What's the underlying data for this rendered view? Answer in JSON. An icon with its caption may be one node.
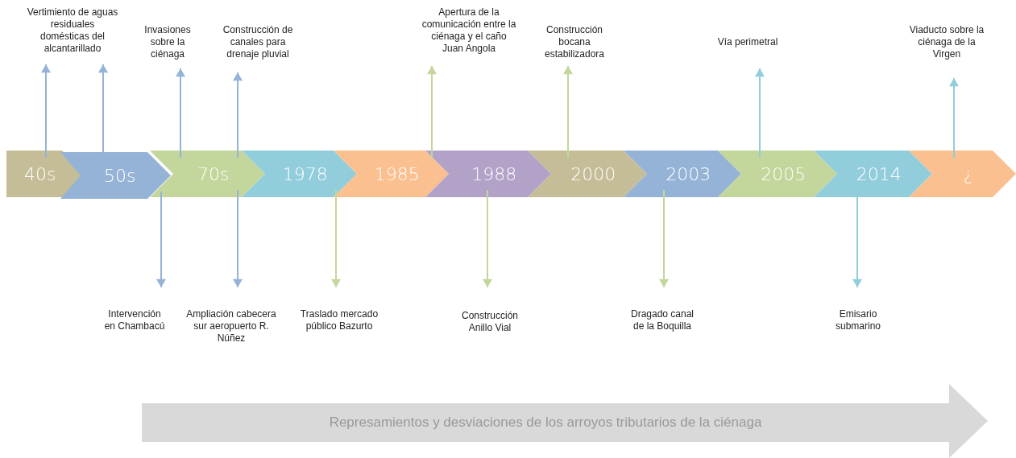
{
  "diagram": {
    "nodes": [
      {
        "text": [
          "40s"
        ]
      },
      {
        "text": [
          "50s"
        ]
      },
      {
        "text": [
          "70s"
        ]
      },
      {
        "text": [
          "1978"
        ]
      },
      {
        "text": [
          "1985"
        ]
      },
      {
        "text": [
          "1988"
        ]
      },
      {
        "text": [
          "2000"
        ]
      },
      {
        "text": [
          "2003"
        ]
      },
      {
        "text": [
          "2005"
        ]
      },
      {
        "text": [
          "2014"
        ]
      },
      {
        "text": [
          "¿"
        ]
      },
      {
        "text": [
          "Vertimiento de aguas residuales domésticas del alcantarillado"
        ]
      },
      {
        "text": [
          "Invasiones sobre la ciénaga"
        ]
      },
      {
        "text": [
          "Construcción de canales para drenaje pluvial"
        ]
      },
      {
        "text": [
          "Apertura de la comunicación entre la ciénaga y el caño Juan Angola"
        ]
      },
      {
        "text": [
          "Construcción bocana estabilizadora"
        ]
      },
      {
        "text": [
          "Vía perimetral"
        ]
      },
      {
        "text": [
          "Viaducto sobre la ciénaga de la Virgen"
        ]
      },
      {
        "text": [
          "Intervención en Chambacú"
        ]
      },
      {
        "text": [
          "Ampliación cabecera sur aeropuerto R. Núñez"
        ]
      },
      {
        "text": [
          "Traslado mercado público Bazurto"
        ]
      },
      {
        "text": [
          "Construcción Anillo Vial"
        ]
      },
      {
        "text": [
          "Dragado canal de la Boquilla"
        ]
      },
      {
        "text": [
          "Emisario submarino"
        ]
      },
      {
        "text": [
          "Represamientos y desviaciones de los arroyos tributarios de la ciénaga"
        ]
      }
    ],
    "edges": [
      {
        "from": 0,
        "to": 11,
        "arrow": "to"
      },
      {
        "from": 1,
        "to": 11,
        "arrow": "to"
      },
      {
        "from": 2,
        "to": 12,
        "arrow": "to"
      },
      {
        "from": 2,
        "to": 13,
        "arrow": "to"
      },
      {
        "from": 4,
        "to": 14,
        "arrow": "to",
        "color": "#c3d69b"
      },
      {
        "from": 6,
        "to": 15,
        "arrow": "to",
        "color": "#c3d69b"
      },
      {
        "from": 8,
        "to": 16,
        "arrow": "to",
        "color": "#92cddc"
      },
      {
        "from": 10,
        "to": 17,
        "arrow": "to",
        "color": "#92cddc"
      },
      {
        "from": 1,
        "to": 18,
        "arrow": "to"
      },
      {
        "from": 2,
        "to": 19,
        "arrow": "to"
      },
      {
        "from": 3,
        "to": 20,
        "arrow": "to",
        "color": "#c3d69b"
      },
      {
        "from": 5,
        "to": 21,
        "arrow": "to",
        "color": "#c3d69b"
      },
      {
        "from": 7,
        "to": 22,
        "arrow": "to",
        "color": "#c3d69b"
      },
      {
        "from": 9,
        "to": 23,
        "arrow": "to",
        "color": "#92cddc"
      }
    ]
  }
}
